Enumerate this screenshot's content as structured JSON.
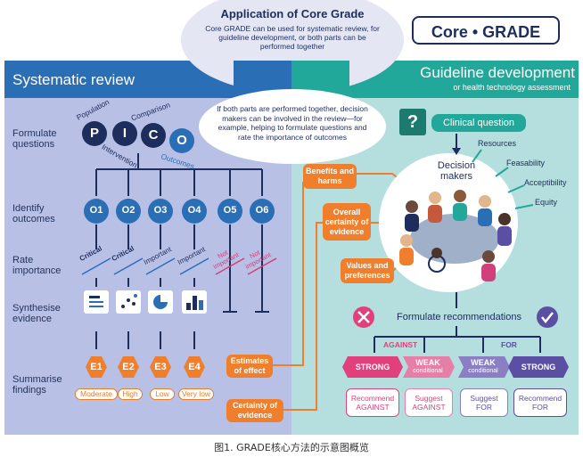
{
  "header": {
    "title": "Application of Core Grade",
    "description": "Core GRADE can be used for systematic review, for guideline development, or both parts can be performed together",
    "logo": "Core • GRADE"
  },
  "left": {
    "title": "Systematic review",
    "rows": {
      "formulate": "Formulate questions",
      "identify": "Identify outcomes",
      "rate": "Rate importance",
      "synthesise": "Synthesise evidence",
      "summarise": "Summarise findings"
    },
    "pico": {
      "letters": [
        "P",
        "I",
        "C",
        "O"
      ],
      "words": [
        "Population",
        "Intervention",
        "Comparison",
        "Outcomes"
      ]
    },
    "outcomes": [
      "O1",
      "O2",
      "O3",
      "O4",
      "O5",
      "O6"
    ],
    "importance": [
      "Critical",
      "Critical",
      "Important",
      "Important",
      "Not important",
      "Not important"
    ],
    "estimates": [
      "E1",
      "E2",
      "E3",
      "E4"
    ],
    "certainty": [
      "Moderate",
      "High",
      "Low",
      "Very low"
    ],
    "tag_estimates": "Estimates of effect",
    "tag_certainty": "Certainty of evidence"
  },
  "center": {
    "note": "If both parts are performed together, decision makers can be involved in the review—for example, helping to formulate questions and rate the importance of outcomes"
  },
  "right": {
    "title": "Guideline development",
    "subtitle": "or health technology assessment",
    "clinical_question": "Clinical question",
    "decision_makers": "Decision makers",
    "factors": [
      "Resources",
      "Feasability",
      "Acceptibility",
      "Equity"
    ],
    "tags": [
      "Benefits and harms",
      "Overall certainty of evidence",
      "Values and preferences"
    ],
    "formulate_recs": "Formulate recommendations",
    "against": "AGAINST",
    "for": "FOR",
    "strengths": [
      {
        "main": "STRONG",
        "sub": ""
      },
      {
        "main": "WEAK",
        "sub": "conditional"
      },
      {
        "main": "WEAK",
        "sub": "conditional"
      },
      {
        "main": "STRONG",
        "sub": ""
      }
    ],
    "recs": [
      {
        "a": "Recommend",
        "b": "AGAINST"
      },
      {
        "a": "Suggest",
        "b": "AGAINST"
      },
      {
        "a": "Suggest",
        "b": "FOR"
      },
      {
        "a": "Recommend",
        "b": "FOR"
      }
    ]
  },
  "caption": "图1. GRADE核心方法的示意图概览",
  "colors": {
    "left_bg": "#b9c0e6",
    "right_bg": "#b5dede",
    "navy": "#1d2d5c",
    "blue": "#2a6fb6",
    "orange": "#f07f2d",
    "green": "#22a89a",
    "pink": "#e0407c",
    "purple": "#7e6ab5",
    "plum": "#5b4fa3"
  }
}
